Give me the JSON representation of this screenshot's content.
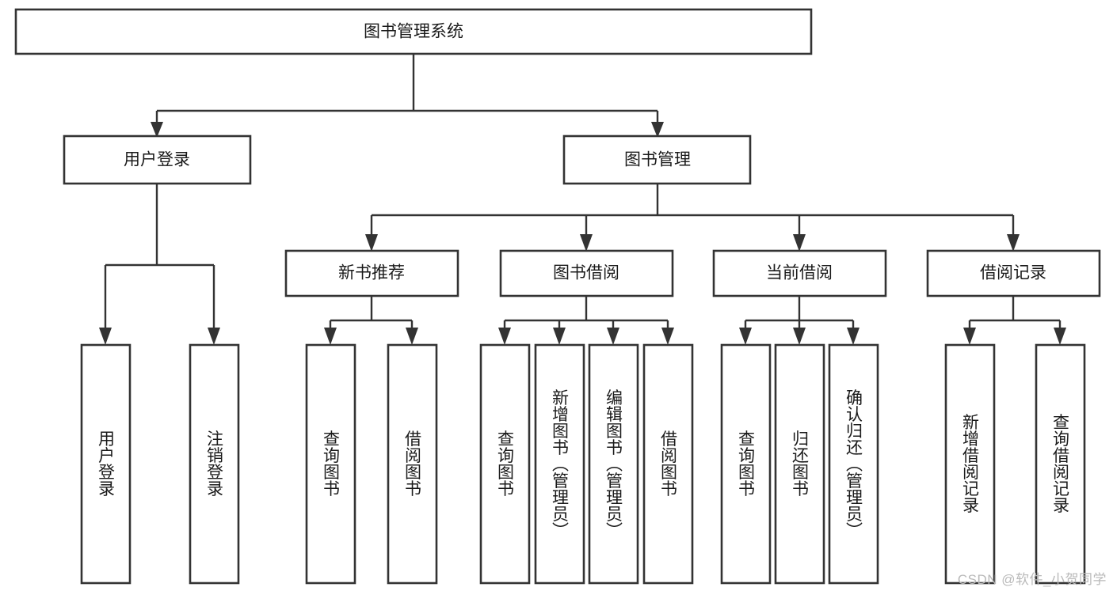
{
  "diagram": {
    "kind": "tree-flowchart",
    "title": "图书管理系统",
    "watermark": "CSDN @软件_小贺同学",
    "colors": {
      "background": "#ffffff",
      "box_fill": "#ffffff",
      "box_stroke": "#333333",
      "text": "#1a1a1a",
      "edge": "#333333",
      "watermark": "#b9b9b9"
    },
    "nodes": {
      "root": {
        "label": "图书管理系统",
        "level": 0,
        "orientation": "horizontal"
      },
      "l1": [
        {
          "id": "user-login",
          "label": "用户登录",
          "orientation": "horizontal"
        },
        {
          "id": "book-manage",
          "label": "图书管理",
          "orientation": "horizontal"
        }
      ],
      "l2": [
        {
          "id": "new-book-rec",
          "label": "新书推荐",
          "parent": "book-manage",
          "orientation": "horizontal"
        },
        {
          "id": "book-borrow",
          "label": "图书借阅",
          "parent": "book-manage",
          "orientation": "horizontal"
        },
        {
          "id": "current-borrow",
          "label": "当前借阅",
          "parent": "book-manage",
          "orientation": "horizontal"
        },
        {
          "id": "borrow-record",
          "label": "借阅记录",
          "parent": "book-manage",
          "orientation": "horizontal"
        }
      ],
      "leaves": [
        {
          "id": "leaf-user-login",
          "label": "用户登录",
          "parent": "user-login",
          "orientation": "vertical"
        },
        {
          "id": "leaf-user-logout",
          "label": "注销登录",
          "parent": "user-login",
          "orientation": "vertical"
        },
        {
          "id": "leaf-query-book-1",
          "label": "查询图书",
          "parent": "new-book-rec",
          "orientation": "vertical"
        },
        {
          "id": "leaf-borrow-book-1",
          "label": "借阅图书",
          "parent": "new-book-rec",
          "orientation": "vertical"
        },
        {
          "id": "leaf-query-book-2",
          "label": "查询图书",
          "parent": "book-borrow",
          "orientation": "vertical"
        },
        {
          "id": "leaf-add-book",
          "label": "新增图书（管理员）",
          "parent": "book-borrow",
          "orientation": "vertical"
        },
        {
          "id": "leaf-edit-book",
          "label": "编辑图书（管理员）",
          "parent": "book-borrow",
          "orientation": "vertical"
        },
        {
          "id": "leaf-borrow-book-2",
          "label": "借阅图书",
          "parent": "book-borrow",
          "orientation": "vertical"
        },
        {
          "id": "leaf-query-book-3",
          "label": "查询图书",
          "parent": "current-borrow",
          "orientation": "vertical"
        },
        {
          "id": "leaf-return-book",
          "label": "归还图书",
          "parent": "current-borrow",
          "orientation": "vertical"
        },
        {
          "id": "leaf-confirm-return",
          "label": "确认归还（管理员）",
          "parent": "current-borrow",
          "orientation": "vertical"
        },
        {
          "id": "leaf-add-record",
          "label": "新增借阅记录",
          "parent": "borrow-record",
          "orientation": "vertical"
        },
        {
          "id": "leaf-query-record",
          "label": "查询借阅记录",
          "parent": "borrow-record",
          "orientation": "vertical"
        }
      ]
    }
  }
}
